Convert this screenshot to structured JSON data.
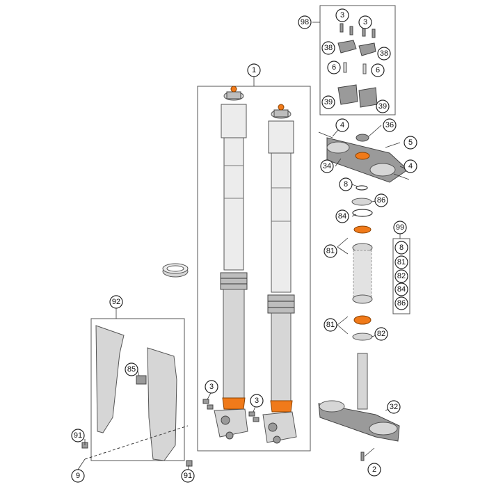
{
  "diagram": {
    "callouts": {
      "c1": "1",
      "c98": "98",
      "c3a": "3",
      "c3b": "3",
      "c38a": "38",
      "c38b": "38",
      "c6a": "6",
      "c6b": "6",
      "c39a": "39",
      "c39b": "39",
      "c4a": "4",
      "c36": "36",
      "c5": "5",
      "c34": "34",
      "c4b": "4",
      "c8": "8",
      "c86": "86",
      "c84": "84",
      "c99": "99",
      "c81a": "81",
      "c81b": "81",
      "c82": "82",
      "k8": "8",
      "k81": "81",
      "k82": "82",
      "k84": "84",
      "k86": "86",
      "c92": "92",
      "c85": "85",
      "c3c": "3",
      "c3d": "3",
      "c32": "32",
      "c91a": "91",
      "c9": "9",
      "c91b": "91",
      "c2": "2"
    }
  }
}
